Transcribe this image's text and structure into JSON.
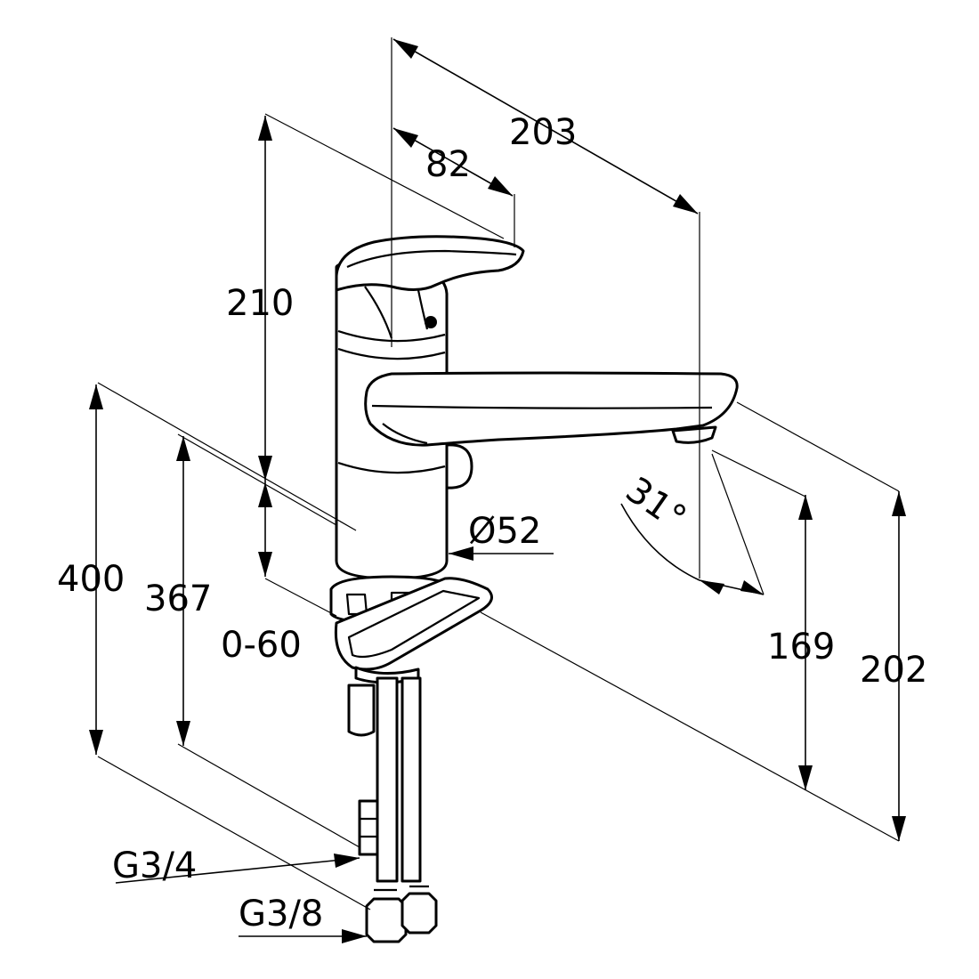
{
  "dimensions": {
    "d203": "203",
    "d82": "82",
    "d210": "210",
    "d400": "400",
    "d367": "367",
    "d0_60": "0-60",
    "d52": "Ø52",
    "d31": "31°",
    "d169": "169",
    "d202": "202",
    "g34": "G3/4",
    "g38": "G3/8"
  }
}
